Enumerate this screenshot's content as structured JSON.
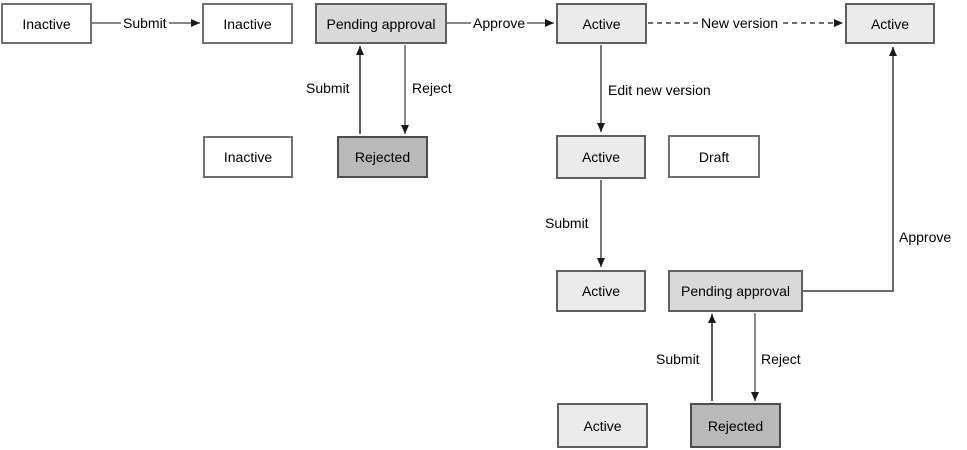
{
  "diagram": {
    "kind": "state-transition-diagram",
    "colors": {
      "background": "#ffffff",
      "node_white_fill": "#ffffff",
      "node_active_fill": "#ebebeb",
      "node_pending_fill": "#d9d9d9",
      "node_rejected_fill": "#b9b9b9",
      "node_border": "#5f5f5f",
      "edge_line": "#3d3d3d",
      "connector_line": "#6b6b6b"
    },
    "nodes": [
      {
        "id": "inactive-1",
        "label": "Inactive"
      },
      {
        "id": "inactive-2",
        "label": "Inactive"
      },
      {
        "id": "pending-approval-1",
        "label": "Pending approval"
      },
      {
        "id": "active-1",
        "label": "Active"
      },
      {
        "id": "active-2",
        "label": "Active"
      },
      {
        "id": "inactive-3",
        "label": "Inactive"
      },
      {
        "id": "rejected-1",
        "label": "Rejected"
      },
      {
        "id": "active-3",
        "label": "Active"
      },
      {
        "id": "draft-1",
        "label": "Draft"
      },
      {
        "id": "active-4",
        "label": "Active"
      },
      {
        "id": "pending-approval-2",
        "label": "Pending approval"
      },
      {
        "id": "active-5",
        "label": "Active"
      },
      {
        "id": "rejected-2",
        "label": "Rejected"
      }
    ],
    "edge_labels": [
      {
        "id": "submit-1",
        "text": "Submit"
      },
      {
        "id": "approve-1",
        "text": "Approve"
      },
      {
        "id": "new-version",
        "text": "New version"
      },
      {
        "id": "submit-2",
        "text": "Submit"
      },
      {
        "id": "reject-1",
        "text": "Reject"
      },
      {
        "id": "edit-new-version",
        "text": "Edit new version"
      },
      {
        "id": "submit-3",
        "text": "Submit"
      },
      {
        "id": "submit-4",
        "text": "Submit"
      },
      {
        "id": "reject-2",
        "text": "Reject"
      },
      {
        "id": "approve-2",
        "text": "Approve"
      }
    ]
  }
}
